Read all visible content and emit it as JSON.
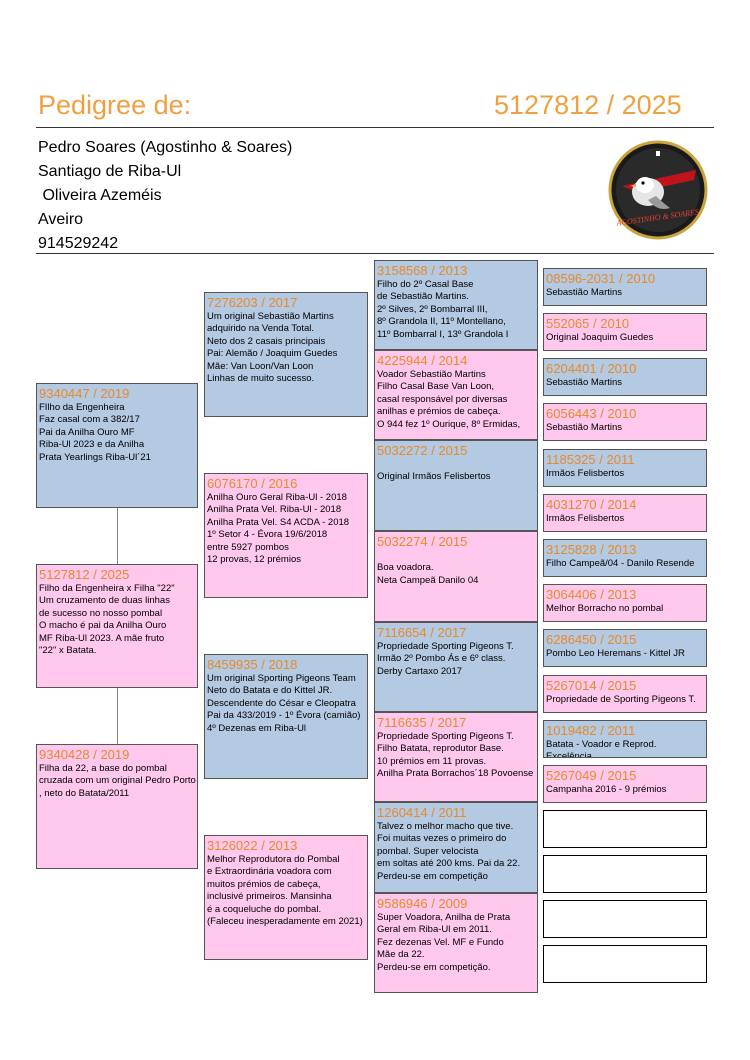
{
  "header": {
    "title_left": "Pedigree de:",
    "title_right": "5127812 / 2025"
  },
  "owner": {
    "lines": [
      "Pedro Soares (Agostinho & Soares)",
      "Santiago de Riba-Ul",
      " Oliveira Azeméis",
      "Aveiro",
      "914529242"
    ],
    "logo_text": "AGOSTINHO & SOARES"
  },
  "colors": {
    "title": "#f0a040",
    "ring": "#e88a2a",
    "cock_box": "#b4c9e2",
    "hen_box": "#ffc8ec"
  },
  "pigeons": {
    "subject": {
      "ring": "5127812 / 2025",
      "info": "Filho da Engenheira x Filha \"22\"\nUm cruzamento de duas linhas\nde sucesso no nosso pombal\nO macho é pai da Anilha Ouro\nMF Riba-Ul 2023. A mãe fruto\n\"22\" x Batata."
    },
    "sire": {
      "ring": "9340447 / 2019",
      "info": "FIlho da Engenheira\nFaz casal com a 382/17\nPai da Anilha Ouro MF\nRiba-Ul 2023 e da Anilha\nPrata Yearlings Riba-Ul´21"
    },
    "dam": {
      "ring": "9340428 / 2019",
      "info": "Filha da 22, a base do pombal\ncruzada com um original Pedro Porto\n, neto do Batata/2011"
    },
    "ss": {
      "ring": "7276203 / 2017",
      "info": "Um original Sebastião Martins\nadquirido na Venda Total.\nNeto dos 2 casais principais\nPai: Alemão / Joaquim Guedes\nMãe: Van Loon/Van Loon\nLinhas de muito sucesso."
    },
    "sd": {
      "ring": "6076170 / 2016",
      "info": "Anilha Ouro Geral Riba-Ul - 2018\nAnilha Prata Vel. Riba-Ul - 2018\nAnilha Prata Vel. S4 ACDA - 2018\n1º Setor 4 - Évora 19/6/2018\nentre 5927 pombos\n12 provas, 12 prémios"
    },
    "ds": {
      "ring": "8459935 / 2018",
      "info": "Um original Sporting Pigeons Team\nNeto do Batata e do Kittel JR.\nDescendente do César e Cleopatra\nPai da 433/2019 - 1º Évora (camião)\n4º Dezenas em Riba-Ul"
    },
    "dd": {
      "ring": "3126022 / 2013",
      "info": "Melhor Reprodutora do Pombal\ne Extraordinária voadora com\nmuitos prémios de cabeça,\ninclusivé primeiros. Mansinha\né a coqueluche do pombal.\n(Faleceu inesperadamente em 2021)"
    },
    "sss": {
      "ring": "3158568 / 2013",
      "info": "Filho do 2º Casal Base\nde Sebastião Martins.\n2º Silves, 2º Bombarral III,\n8º Grandola II, 11º Montellano,\n11º Bombarral I, 13º Grandola I"
    },
    "ssd": {
      "ring": "4225944 / 2014",
      "info": "Voador Sebastião Martins\nFilho Casal Base Van Loon,\ncasal responsável por diversas\nanilhas e prémios de cabeça.\nO 944 fez 1º Ourique, 8º Ermidas,"
    },
    "sds": {
      "ring": "5032272 / 2015",
      "info": "\nOriginal Irmãos Felisbertos"
    },
    "sdd": {
      "ring": "5032274 / 2015",
      "info": "\nBoa voadora.\nNeta Campeã Danilo 04"
    },
    "dss": {
      "ring": "7116654 / 2017",
      "info": "Propriedade Sporting Pigeons T.\nIrmão 2º Pombo Ás e 6º class.\nDerby Cartaxo 2017"
    },
    "dsd": {
      "ring": "7116635 / 2017",
      "info": "Propriedade Sporting Pigeons T.\nFilho Batata, reprodutor Base.\n10 prémios em 11 provas.\nAnilha Prata Borrachos´18 Povoense"
    },
    "dds": {
      "ring": "1260414 / 2011",
      "info": "Talvez o melhor macho que tive.\nFoi muitas vezes o primeiro do\npombal. Super velocista\nem soltas até 200 kms. Pai da 22.\nPerdeu-se em competição"
    },
    "ddd": {
      "ring": "9586946 / 2009",
      "info": "Super Voadora, Anilha de Prata\nGeral em Riba-Ul em 2011.\nFez dezenas Vel. MF e Fundo\nMãe da 22.\nPerdeu-se em competição."
    },
    "g1": {
      "ring": "08596-2031 / 2010",
      "info": "Sebastião Martins"
    },
    "g2": {
      "ring": "552065 / 2010",
      "info": "Original Joaquim Guedes"
    },
    "g3": {
      "ring": "6204401 / 2010",
      "info": "Sebastião Martins"
    },
    "g4": {
      "ring": "6056443 / 2010",
      "info": "Sebastião Martins"
    },
    "g5": {
      "ring": "1185325 / 2011",
      "info": "Irmãos Felisbertos"
    },
    "g6": {
      "ring": "4031270 / 2014",
      "info": "Irmãos Felisbertos"
    },
    "g7": {
      "ring": "3125828 / 2013",
      "info": "Filho Campeã/04 - Danilo Resende"
    },
    "g8": {
      "ring": "3064406 / 2013",
      "info": "Melhor Borracho no pombal"
    },
    "g9": {
      "ring": "6286450 / 2015",
      "info": "Pombo Leo Heremans  - Kittel JR"
    },
    "g10": {
      "ring": "5267014 / 2015",
      "info": "Propriedade de Sporting Pigeons T."
    },
    "g11": {
      "ring": "1019482 / 2011",
      "info": "Batata - Voador e Reprod. Excelência."
    },
    "g12": {
      "ring": "5267049 / 2015",
      "info": "Campanha 2016 - 9 prémios"
    }
  }
}
